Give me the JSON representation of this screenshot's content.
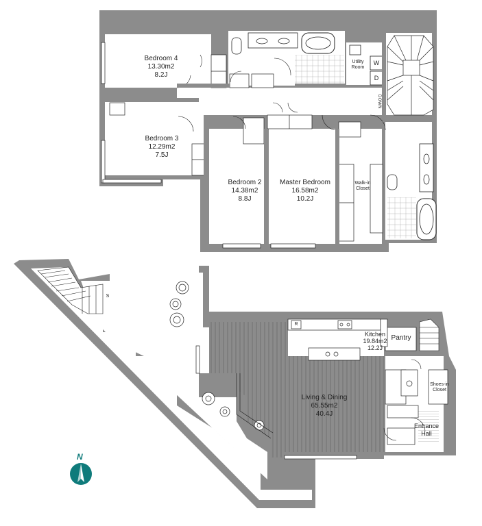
{
  "colors": {
    "wall": "#8c8c8c",
    "line": "#222222",
    "accent": "#0f7b7b",
    "floor": "#ffffff"
  },
  "upper_floor": {
    "bedroom4": {
      "name": "Bedroom 4",
      "area": "13.30m2",
      "jo": "8.2J"
    },
    "bedroom3": {
      "name": "Bedroom 3",
      "area": "12.29m2",
      "jo": "7.5J"
    },
    "bedroom2": {
      "name": "Bedroom 2",
      "area": "14.38m2",
      "jo": "8.8J"
    },
    "master": {
      "name": "Master Bedroom",
      "area": "16.58m2",
      "jo": "10.2J"
    },
    "walkin": {
      "line1": "Walk-in",
      "line2": "Closet"
    },
    "utility": {
      "line1": "Utility",
      "line2": "Room"
    },
    "washer": "W",
    "dryer": "D",
    "stairs_down": "DOWN"
  },
  "lower_floor": {
    "kitchen": {
      "name": "Kitchen",
      "area": "19.84m2",
      "jo": "12.2J"
    },
    "pantry": "Pantry",
    "living": {
      "name": "Living & Dining",
      "area": "65.55m2",
      "jo": "40.4J"
    },
    "shoes": {
      "line1": "Shoes-in",
      "line2": "Closet"
    },
    "entrance": {
      "line1": "Entrance",
      "line2": "Hall"
    },
    "stair_mark": "S",
    "refrigerator": "R"
  },
  "compass": {
    "label": "N",
    "icon": "north-arrow-icon"
  }
}
